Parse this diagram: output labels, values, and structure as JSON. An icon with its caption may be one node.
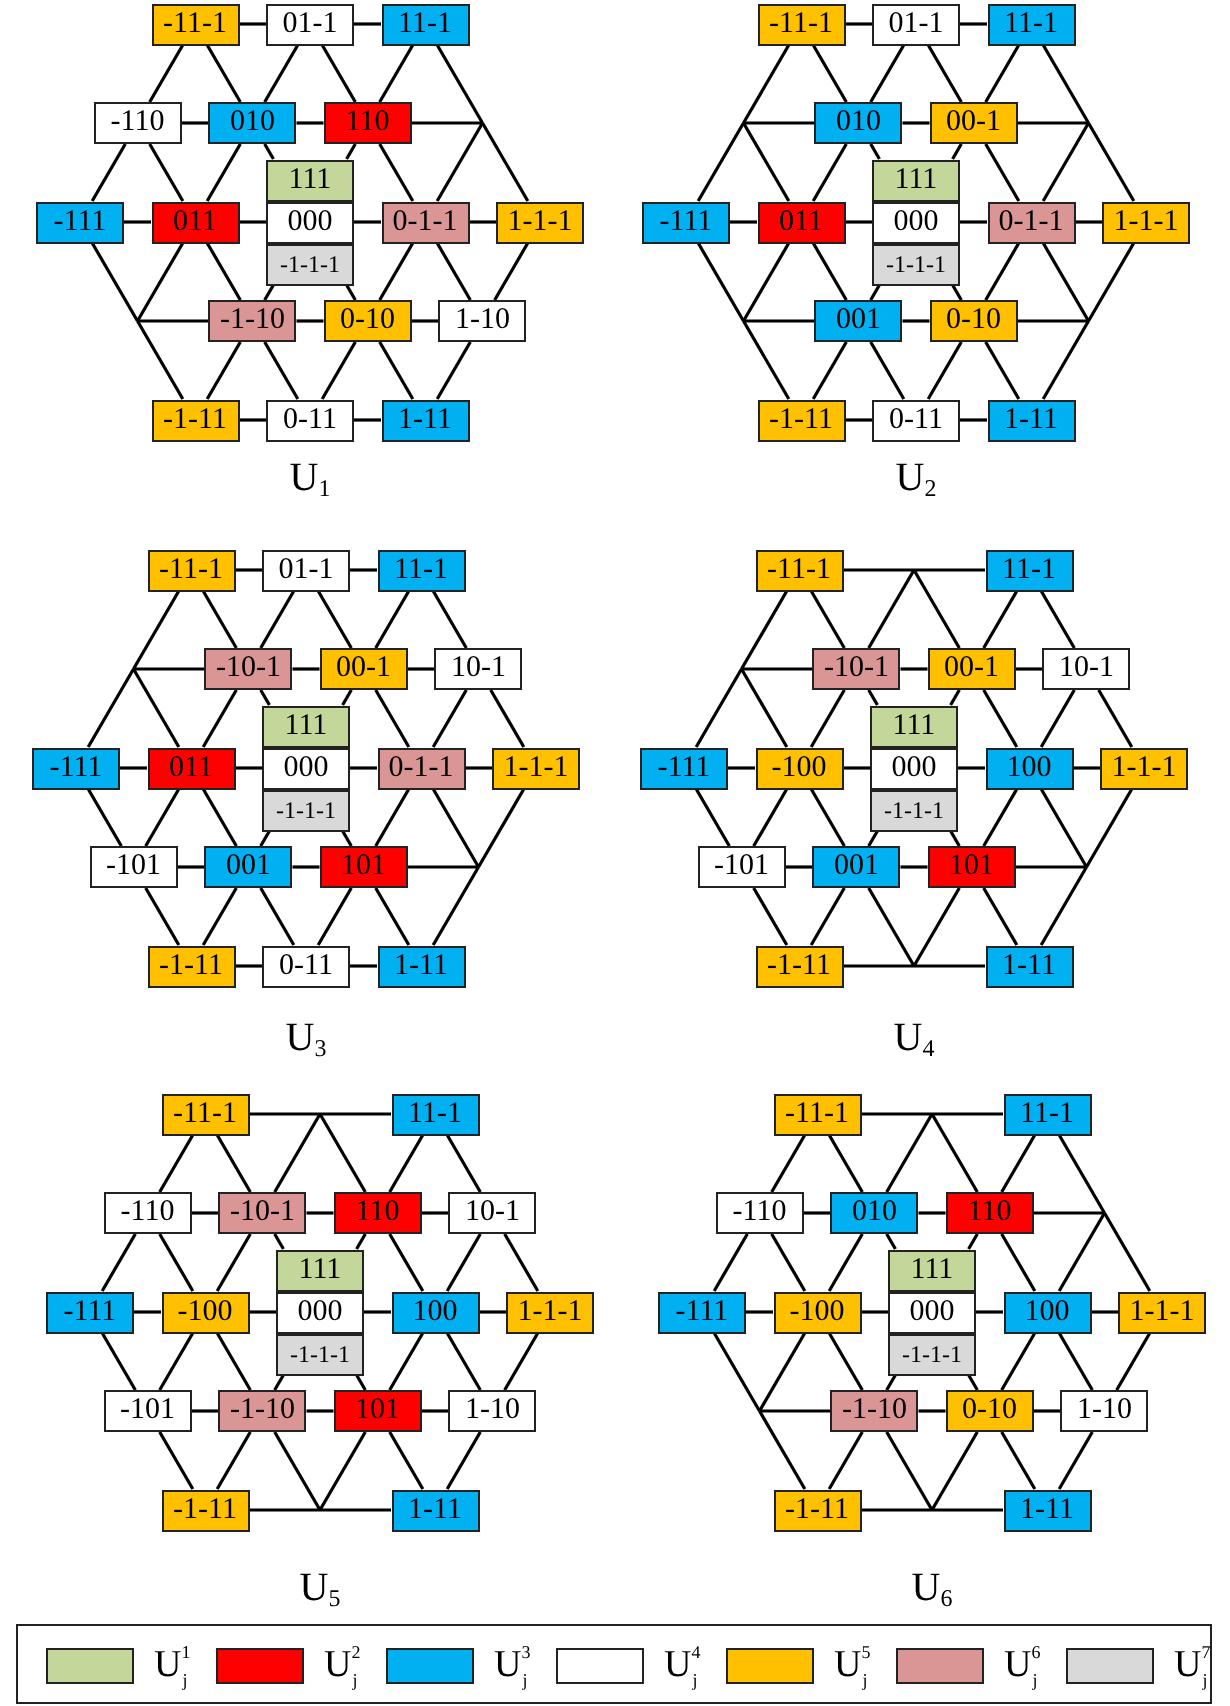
{
  "diagram": {
    "nodes": [
      {
        "text": [
          "-11-1"
        ]
      },
      {
        "text": [
          "01-1"
        ]
      },
      {
        "text": [
          "11-1"
        ]
      },
      {
        "text": [
          "-110"
        ]
      },
      {
        "text": [
          "010"
        ]
      },
      {
        "text": [
          "110"
        ]
      },
      {
        "text": [
          "-111"
        ]
      },
      {
        "text": [
          "011"
        ]
      },
      {
        "text": [
          "111"
        ]
      },
      {
        "text": [
          "000"
        ]
      },
      {
        "text": [
          "-1-1-1"
        ]
      },
      {
        "text": [
          "0-1-1"
        ]
      },
      {
        "text": [
          "1-1-1"
        ]
      },
      {
        "text": [
          "-1-10"
        ]
      },
      {
        "text": [
          "0-10"
        ]
      },
      {
        "text": [
          "1-10"
        ]
      },
      {
        "text": [
          "-1-11"
        ]
      },
      {
        "text": [
          "0-11"
        ]
      },
      {
        "text": [
          "1-11"
        ]
      },
      {
        "text": [
          "-11-1"
        ]
      },
      {
        "text": [
          "01-1"
        ]
      },
      {
        "text": [
          "11-1"
        ]
      },
      {
        "text": [
          "010"
        ]
      },
      {
        "text": [
          "00-1"
        ]
      },
      {
        "text": [
          "-111"
        ]
      },
      {
        "text": [
          "011"
        ]
      },
      {
        "text": [
          "111"
        ]
      },
      {
        "text": [
          "000"
        ]
      },
      {
        "text": [
          "-1-1-1"
        ]
      },
      {
        "text": [
          "0-1-1"
        ]
      },
      {
        "text": [
          "1-1-1"
        ]
      },
      {
        "text": [
          "001"
        ]
      },
      {
        "text": [
          "0-10"
        ]
      },
      {
        "text": [
          "-1-11"
        ]
      },
      {
        "text": [
          "0-11"
        ]
      },
      {
        "text": [
          "1-11"
        ]
      },
      {
        "text": [
          "-11-1"
        ]
      },
      {
        "text": [
          "01-1"
        ]
      },
      {
        "text": [
          "11-1"
        ]
      },
      {
        "text": [
          "-10-1"
        ]
      },
      {
        "text": [
          "00-1"
        ]
      },
      {
        "text": [
          "10-1"
        ]
      },
      {
        "text": [
          "-111"
        ]
      },
      {
        "text": [
          "011"
        ]
      },
      {
        "text": [
          "111"
        ]
      },
      {
        "text": [
          "000"
        ]
      },
      {
        "text": [
          "-1-1-1"
        ]
      },
      {
        "text": [
          "0-1-1"
        ]
      },
      {
        "text": [
          "1-1-1"
        ]
      },
      {
        "text": [
          "-101"
        ]
      },
      {
        "text": [
          "001"
        ]
      },
      {
        "text": [
          "101"
        ]
      },
      {
        "text": [
          "-1-11"
        ]
      },
      {
        "text": [
          "0-11"
        ]
      },
      {
        "text": [
          "1-11"
        ]
      },
      {
        "text": [
          "-11-1"
        ]
      },
      {
        "text": [
          "11-1"
        ]
      },
      {
        "text": [
          "-10-1"
        ]
      },
      {
        "text": [
          "00-1"
        ]
      },
      {
        "text": [
          "10-1"
        ]
      },
      {
        "text": [
          "-111"
        ]
      },
      {
        "text": [
          "-100"
        ]
      },
      {
        "text": [
          "111"
        ]
      },
      {
        "text": [
          "000"
        ]
      },
      {
        "text": [
          "-1-1-1"
        ]
      },
      {
        "text": [
          "100"
        ]
      },
      {
        "text": [
          "1-1-1"
        ]
      },
      {
        "text": [
          "-101"
        ]
      },
      {
        "text": [
          "001"
        ]
      },
      {
        "text": [
          "101"
        ]
      },
      {
        "text": [
          "-1-11"
        ]
      },
      {
        "text": [
          "1-11"
        ]
      },
      {
        "text": [
          "-11-1"
        ]
      },
      {
        "text": [
          "11-1"
        ]
      },
      {
        "text": [
          "-110"
        ]
      },
      {
        "text": [
          "-10-1"
        ]
      },
      {
        "text": [
          "110"
        ]
      },
      {
        "text": [
          "10-1"
        ]
      },
      {
        "text": [
          "-111"
        ]
      },
      {
        "text": [
          "-100"
        ]
      },
      {
        "text": [
          "111"
        ]
      },
      {
        "text": [
          "000"
        ]
      },
      {
        "text": [
          "-1-1-1"
        ]
      },
      {
        "text": [
          "100"
        ]
      },
      {
        "text": [
          "1-1-1"
        ]
      },
      {
        "text": [
          "-101"
        ]
      },
      {
        "text": [
          "-1-10"
        ]
      },
      {
        "text": [
          "101"
        ]
      },
      {
        "text": [
          "1-10"
        ]
      },
      {
        "text": [
          "-1-11"
        ]
      },
      {
        "text": [
          "1-11"
        ]
      },
      {
        "text": [
          "-11-1"
        ]
      },
      {
        "text": [
          "11-1"
        ]
      },
      {
        "text": [
          "-110"
        ]
      },
      {
        "text": [
          "010"
        ]
      },
      {
        "text": [
          "110"
        ]
      },
      {
        "text": [
          "-111"
        ]
      },
      {
        "text": [
          "-100"
        ]
      },
      {
        "text": [
          "111"
        ]
      },
      {
        "text": [
          "000"
        ]
      },
      {
        "text": [
          "-1-1-1"
        ]
      },
      {
        "text": [
          "100"
        ]
      },
      {
        "text": [
          "1-1-1"
        ]
      },
      {
        "text": [
          "-1-10"
        ]
      },
      {
        "text": [
          "0-10"
        ]
      },
      {
        "text": [
          "1-10"
        ]
      },
      {
        "text": [
          "-1-11"
        ]
      },
      {
        "text": [
          "1-11"
        ]
      }
    ],
    "edges": [
      {
        "from": 0,
        "to": 1,
        "arrow": "none"
      },
      {
        "from": 1,
        "to": 2,
        "arrow": "none"
      },
      {
        "from": 3,
        "to": 4,
        "arrow": "none"
      },
      {
        "from": 4,
        "to": 5,
        "arrow": "none"
      },
      {
        "from": 5,
        "to": null,
        "arrow": "none"
      },
      {
        "from": 6,
        "to": 7,
        "arrow": "none"
      },
      {
        "from": 7,
        "to": 9,
        "arrow": "none"
      },
      {
        "from": 9,
        "to": 11,
        "arrow": "none"
      },
      {
        "from": 11,
        "to": 12,
        "arrow": "none"
      },
      {
        "from": null,
        "to": 13,
        "arrow": "none"
      },
      {
        "from": 13,
        "to": 14,
        "arrow": "none"
      },
      {
        "from": 14,
        "to": 15,
        "arrow": "none"
      },
      {
        "from": 16,
        "to": 17,
        "arrow": "none"
      },
      {
        "from": 17,
        "to": 18,
        "arrow": "none"
      },
      {
        "from": 0,
        "to": 3,
        "arrow": "none"
      },
      {
        "from": 0,
        "to": 4,
        "arrow": "none"
      },
      {
        "from": 1,
        "to": 4,
        "arrow": "none"
      },
      {
        "from": 1,
        "to": 5,
        "arrow": "none"
      },
      {
        "from": 2,
        "to": 5,
        "arrow": "none"
      },
      {
        "from": 2,
        "to": null,
        "arrow": "none"
      },
      {
        "from": 3,
        "to": 6,
        "arrow": "none"
      },
      {
        "from": 3,
        "to": 7,
        "arrow": "none"
      },
      {
        "from": 4,
        "to": 7,
        "arrow": "none"
      },
      {
        "from": 4,
        "to": 8,
        "arrow": "none"
      },
      {
        "from": 5,
        "to": 8,
        "arrow": "none"
      },
      {
        "from": 5,
        "to": 11,
        "arrow": "none"
      },
      {
        "from": null,
        "to": 11,
        "arrow": "none"
      },
      {
        "from": null,
        "to": 12,
        "arrow": "none"
      },
      {
        "from": 6,
        "to": null,
        "arrow": "none"
      },
      {
        "from": 7,
        "to": null,
        "arrow": "none"
      },
      {
        "from": 7,
        "to": 13,
        "arrow": "none"
      },
      {
        "from": 10,
        "to": 13,
        "arrow": "none"
      },
      {
        "from": 10,
        "to": 14,
        "arrow": "none"
      },
      {
        "from": 11,
        "to": 14,
        "arrow": "none"
      },
      {
        "from": 11,
        "to": 15,
        "arrow": "none"
      },
      {
        "from": 12,
        "to": 15,
        "arrow": "none"
      },
      {
        "from": null,
        "to": 16,
        "arrow": "none"
      },
      {
        "from": 13,
        "to": 16,
        "arrow": "none"
      },
      {
        "from": 13,
        "to": 17,
        "arrow": "none"
      },
      {
        "from": 14,
        "to": 17,
        "arrow": "none"
      },
      {
        "from": 14,
        "to": 18,
        "arrow": "none"
      },
      {
        "from": 15,
        "to": 18,
        "arrow": "none"
      },
      {
        "from": 19,
        "to": 20,
        "arrow": "none"
      },
      {
        "from": 20,
        "to": 21,
        "arrow": "none"
      },
      {
        "from": null,
        "to": 22,
        "arrow": "none"
      },
      {
        "from": 22,
        "to": 23,
        "arrow": "none"
      },
      {
        "from": 23,
        "to": null,
        "arrow": "none"
      },
      {
        "from": 24,
        "to": 25,
        "arrow": "none"
      },
      {
        "from": 25,
        "to": 27,
        "arrow": "none"
      },
      {
        "from": 27,
        "to": 29,
        "arrow": "none"
      },
      {
        "from": 29,
        "to": 30,
        "arrow": "none"
      },
      {
        "from": null,
        "to": 31,
        "arrow": "none"
      },
      {
        "from": 31,
        "to": 32,
        "arrow": "none"
      },
      {
        "from": 32,
        "to": null,
        "arrow": "none"
      },
      {
        "from": 33,
        "to": 34,
        "arrow": "none"
      },
      {
        "from": 34,
        "to": 35,
        "arrow": "none"
      },
      {
        "from": 19,
        "to": null,
        "arrow": "none"
      },
      {
        "from": 19,
        "to": 22,
        "arrow": "none"
      },
      {
        "from": 20,
        "to": 22,
        "arrow": "none"
      },
      {
        "from": 20,
        "to": 23,
        "arrow": "none"
      },
      {
        "from": 21,
        "to": 23,
        "arrow": "none"
      },
      {
        "from": 21,
        "to": null,
        "arrow": "none"
      },
      {
        "from": null,
        "to": 24,
        "arrow": "none"
      },
      {
        "from": null,
        "to": 25,
        "arrow": "none"
      },
      {
        "from": 22,
        "to": 25,
        "arrow": "none"
      },
      {
        "from": 22,
        "to": 26,
        "arrow": "none"
      },
      {
        "from": 23,
        "to": 26,
        "arrow": "none"
      },
      {
        "from": 23,
        "to": 29,
        "arrow": "none"
      },
      {
        "from": null,
        "to": 29,
        "arrow": "none"
      },
      {
        "from": null,
        "to": 30,
        "arrow": "none"
      },
      {
        "from": 24,
        "to": null,
        "arrow": "none"
      },
      {
        "from": 25,
        "to": null,
        "arrow": "none"
      },
      {
        "from": 25,
        "to": 31,
        "arrow": "none"
      },
      {
        "from": 28,
        "to": 31,
        "arrow": "none"
      },
      {
        "from": 28,
        "to": 32,
        "arrow": "none"
      },
      {
        "from": 29,
        "to": 32,
        "arrow": "none"
      },
      {
        "from": 29,
        "to": null,
        "arrow": "none"
      },
      {
        "from": 30,
        "to": null,
        "arrow": "none"
      },
      {
        "from": null,
        "to": 33,
        "arrow": "none"
      },
      {
        "from": 31,
        "to": 33,
        "arrow": "none"
      },
      {
        "from": 31,
        "to": 34,
        "arrow": "none"
      },
      {
        "from": 32,
        "to": 34,
        "arrow": "none"
      },
      {
        "from": 32,
        "to": 35,
        "arrow": "none"
      },
      {
        "from": null,
        "to": 35,
        "arrow": "none"
      },
      {
        "from": 36,
        "to": 37,
        "arrow": "none"
      },
      {
        "from": 37,
        "to": 38,
        "arrow": "none"
      },
      {
        "from": null,
        "to": 39,
        "arrow": "none"
      },
      {
        "from": 39,
        "to": 40,
        "arrow": "none"
      },
      {
        "from": 40,
        "to": 41,
        "arrow": "none"
      },
      {
        "from": 42,
        "to": 43,
        "arrow": "none"
      },
      {
        "from": 43,
        "to": 45,
        "arrow": "none"
      },
      {
        "from": 45,
        "to": 47,
        "arrow": "none"
      },
      {
        "from": 47,
        "to": 48,
        "arrow": "none"
      },
      {
        "from": 49,
        "to": 50,
        "arrow": "none"
      },
      {
        "from": 50,
        "to": 51,
        "arrow": "none"
      },
      {
        "from": 51,
        "to": null,
        "arrow": "none"
      },
      {
        "from": 52,
        "to": 53,
        "arrow": "none"
      },
      {
        "from": 53,
        "to": 54,
        "arrow": "none"
      },
      {
        "from": 36,
        "to": null,
        "arrow": "none"
      },
      {
        "from": 36,
        "to": 39,
        "arrow": "none"
      },
      {
        "from": 37,
        "to": 39,
        "arrow": "none"
      },
      {
        "from": 37,
        "to": 40,
        "arrow": "none"
      },
      {
        "from": 38,
        "to": 40,
        "arrow": "none"
      },
      {
        "from": 38,
        "to": 41,
        "arrow": "none"
      },
      {
        "from": null,
        "to": 42,
        "arrow": "none"
      },
      {
        "from": null,
        "to": 43,
        "arrow": "none"
      },
      {
        "from": 39,
        "to": 43,
        "arrow": "none"
      },
      {
        "from": 39,
        "to": 44,
        "arrow": "none"
      },
      {
        "from": 40,
        "to": 44,
        "arrow": "none"
      },
      {
        "from": 40,
        "to": 47,
        "arrow": "none"
      },
      {
        "from": 41,
        "to": 47,
        "arrow": "none"
      },
      {
        "from": 41,
        "to": 48,
        "arrow": "none"
      },
      {
        "from": 42,
        "to": 49,
        "arrow": "none"
      },
      {
        "from": 43,
        "to": 49,
        "arrow": "none"
      },
      {
        "from": 43,
        "to": 50,
        "arrow": "none"
      },
      {
        "from": 46,
        "to": 50,
        "arrow": "none"
      },
      {
        "from": 46,
        "to": 51,
        "arrow": "none"
      },
      {
        "from": 47,
        "to": 51,
        "arrow": "none"
      },
      {
        "from": 47,
        "to": null,
        "arrow": "none"
      },
      {
        "from": 48,
        "to": null,
        "arrow": "none"
      },
      {
        "from": 49,
        "to": 52,
        "arrow": "none"
      },
      {
        "from": 50,
        "to": 52,
        "arrow": "none"
      },
      {
        "from": 50,
        "to": 53,
        "arrow": "none"
      },
      {
        "from": 51,
        "to": 53,
        "arrow": "none"
      },
      {
        "from": 51,
        "to": 54,
        "arrow": "none"
      },
      {
        "from": null,
        "to": 54,
        "arrow": "none"
      },
      {
        "from": 55,
        "to": null,
        "arrow": "none"
      },
      {
        "from": null,
        "to": 56,
        "arrow": "none"
      },
      {
        "from": null,
        "to": 57,
        "arrow": "none"
      },
      {
        "from": 57,
        "to": 58,
        "arrow": "none"
      },
      {
        "from": 58,
        "to": 59,
        "arrow": "none"
      },
      {
        "from": 60,
        "to": 61,
        "arrow": "none"
      },
      {
        "from": 61,
        "to": 63,
        "arrow": "none"
      },
      {
        "from": 63,
        "to": 65,
        "arrow": "none"
      },
      {
        "from": 65,
        "to": 66,
        "arrow": "none"
      },
      {
        "from": 67,
        "to": 68,
        "arrow": "none"
      },
      {
        "from": 68,
        "to": 69,
        "arrow": "none"
      },
      {
        "from": 69,
        "to": null,
        "arrow": "none"
      },
      {
        "from": 70,
        "to": null,
        "arrow": "none"
      },
      {
        "from": null,
        "to": 71,
        "arrow": "none"
      },
      {
        "from": 55,
        "to": null,
        "arrow": "none"
      },
      {
        "from": 55,
        "to": 57,
        "arrow": "none"
      },
      {
        "from": null,
        "to": 57,
        "arrow": "none"
      },
      {
        "from": null,
        "to": 58,
        "arrow": "none"
      },
      {
        "from": 56,
        "to": 58,
        "arrow": "none"
      },
      {
        "from": 56,
        "to": 59,
        "arrow": "none"
      },
      {
        "from": null,
        "to": 60,
        "arrow": "none"
      },
      {
        "from": null,
        "to": 61,
        "arrow": "none"
      },
      {
        "from": 57,
        "to": 61,
        "arrow": "none"
      },
      {
        "from": 57,
        "to": 62,
        "arrow": "none"
      },
      {
        "from": 58,
        "to": 62,
        "arrow": "none"
      },
      {
        "from": 58,
        "to": 65,
        "arrow": "none"
      },
      {
        "from": 59,
        "to": 65,
        "arrow": "none"
      },
      {
        "from": 59,
        "to": 66,
        "arrow": "none"
      },
      {
        "from": 60,
        "to": 67,
        "arrow": "none"
      },
      {
        "from": 61,
        "to": 67,
        "arrow": "none"
      },
      {
        "from": 61,
        "to": 68,
        "arrow": "none"
      },
      {
        "from": 64,
        "to": 68,
        "arrow": "none"
      },
      {
        "from": 64,
        "to": 69,
        "arrow": "none"
      },
      {
        "from": 65,
        "to": 69,
        "arrow": "none"
      },
      {
        "from": 65,
        "to": null,
        "arrow": "none"
      },
      {
        "from": 66,
        "to": null,
        "arrow": "none"
      },
      {
        "from": 67,
        "to": 70,
        "arrow": "none"
      },
      {
        "from": 68,
        "to": 70,
        "arrow": "none"
      },
      {
        "from": 68,
        "to": null,
        "arrow": "none"
      },
      {
        "from": 69,
        "to": null,
        "arrow": "none"
      },
      {
        "from": 69,
        "to": 71,
        "arrow": "none"
      },
      {
        "from": null,
        "to": 71,
        "arrow": "none"
      },
      {
        "from": 72,
        "to": null,
        "arrow": "none"
      },
      {
        "from": null,
        "to": 73,
        "arrow": "none"
      },
      {
        "from": 74,
        "to": 75,
        "arrow": "none"
      },
      {
        "from": 75,
        "to": 76,
        "arrow": "none"
      },
      {
        "from": 76,
        "to": 77,
        "arrow": "none"
      },
      {
        "from": 78,
        "to": 79,
        "arrow": "none"
      },
      {
        "from": 79,
        "to": 81,
        "arrow": "none"
      },
      {
        "from": 81,
        "to": 83,
        "arrow": "none"
      },
      {
        "from": 83,
        "to": 84,
        "arrow": "none"
      },
      {
        "from": 85,
        "to": 86,
        "arrow": "none"
      },
      {
        "from": 86,
        "to": 87,
        "arrow": "none"
      },
      {
        "from": 87,
        "to": 88,
        "arrow": "none"
      },
      {
        "from": 89,
        "to": null,
        "arrow": "none"
      },
      {
        "from": null,
        "to": 90,
        "arrow": "none"
      },
      {
        "from": 72,
        "to": 74,
        "arrow": "none"
      },
      {
        "from": 72,
        "to": 75,
        "arrow": "none"
      },
      {
        "from": null,
        "to": 75,
        "arrow": "none"
      },
      {
        "from": null,
        "to": 76,
        "arrow": "none"
      },
      {
        "from": 73,
        "to": 76,
        "arrow": "none"
      },
      {
        "from": 73,
        "to": 77,
        "arrow": "none"
      },
      {
        "from": 74,
        "to": 78,
        "arrow": "none"
      },
      {
        "from": 74,
        "to": 79,
        "arrow": "none"
      },
      {
        "from": 75,
        "to": 79,
        "arrow": "none"
      },
      {
        "from": 75,
        "to": 80,
        "arrow": "none"
      },
      {
        "from": 76,
        "to": 80,
        "arrow": "none"
      },
      {
        "from": 76,
        "to": 83,
        "arrow": "none"
      },
      {
        "from": 77,
        "to": 83,
        "arrow": "none"
      },
      {
        "from": 77,
        "to": 84,
        "arrow": "none"
      },
      {
        "from": 78,
        "to": 85,
        "arrow": "none"
      },
      {
        "from": 79,
        "to": 85,
        "arrow": "none"
      },
      {
        "from": 79,
        "to": 86,
        "arrow": "none"
      },
      {
        "from": 82,
        "to": 86,
        "arrow": "none"
      },
      {
        "from": 82,
        "to": 87,
        "arrow": "none"
      },
      {
        "from": 83,
        "to": 87,
        "arrow": "none"
      },
      {
        "from": 83,
        "to": 88,
        "arrow": "none"
      },
      {
        "from": 84,
        "to": 88,
        "arrow": "none"
      },
      {
        "from": 85,
        "to": 89,
        "arrow": "none"
      },
      {
        "from": 86,
        "to": 89,
        "arrow": "none"
      },
      {
        "from": 86,
        "to": null,
        "arrow": "none"
      },
      {
        "from": 87,
        "to": null,
        "arrow": "none"
      },
      {
        "from": 87,
        "to": 90,
        "arrow": "none"
      },
      {
        "from": 88,
        "to": 90,
        "arrow": "none"
      },
      {
        "from": 91,
        "to": null,
        "arrow": "none"
      },
      {
        "from": null,
        "to": 92,
        "arrow": "none"
      },
      {
        "from": 93,
        "to": 94,
        "arrow": "none"
      },
      {
        "from": 94,
        "to": 95,
        "arrow": "none"
      },
      {
        "from": 95,
        "to": null,
        "arrow": "none"
      },
      {
        "from": 96,
        "to": 97,
        "arrow": "none"
      },
      {
        "from": 97,
        "to": 99,
        "arrow": "none"
      },
      {
        "from": 99,
        "to": 101,
        "arrow": "none"
      },
      {
        "from": 101,
        "to": 102,
        "arrow": "none"
      },
      {
        "from": null,
        "to": 103,
        "arrow": "none"
      },
      {
        "from": 103,
        "to": 104,
        "arrow": "none"
      },
      {
        "from": 104,
        "to": 105,
        "arrow": "none"
      },
      {
        "from": 106,
        "to": null,
        "arrow": "none"
      },
      {
        "from": null,
        "to": 107,
        "arrow": "none"
      },
      {
        "from": 91,
        "to": 93,
        "arrow": "none"
      },
      {
        "from": 91,
        "to": 94,
        "arrow": "none"
      },
      {
        "from": null,
        "to": 94,
        "arrow": "none"
      },
      {
        "from": null,
        "to": 95,
        "arrow": "none"
      },
      {
        "from": 92,
        "to": 95,
        "arrow": "none"
      },
      {
        "from": 92,
        "to": null,
        "arrow": "none"
      },
      {
        "from": 93,
        "to": 96,
        "arrow": "none"
      },
      {
        "from": 93,
        "to": 97,
        "arrow": "none"
      },
      {
        "from": 94,
        "to": 97,
        "arrow": "none"
      },
      {
        "from": 94,
        "to": 98,
        "arrow": "none"
      },
      {
        "from": 95,
        "to": 98,
        "arrow": "none"
      },
      {
        "from": 95,
        "to": 101,
        "arrow": "none"
      },
      {
        "from": null,
        "to": 101,
        "arrow": "none"
      },
      {
        "from": null,
        "to": 102,
        "arrow": "none"
      },
      {
        "from": 96,
        "to": null,
        "arrow": "none"
      },
      {
        "from": 97,
        "to": null,
        "arrow": "none"
      },
      {
        "from": 97,
        "to": 103,
        "arrow": "none"
      },
      {
        "from": 100,
        "to": 103,
        "arrow": "none"
      },
      {
        "from": 100,
        "to": 104,
        "arrow": "none"
      },
      {
        "from": 101,
        "to": 104,
        "arrow": "none"
      },
      {
        "from": 101,
        "to": 105,
        "arrow": "none"
      },
      {
        "from": 102,
        "to": 105,
        "arrow": "none"
      },
      {
        "from": null,
        "to": 106,
        "arrow": "none"
      },
      {
        "from": 103,
        "to": 106,
        "arrow": "none"
      },
      {
        "from": 103,
        "to": null,
        "arrow": "none"
      },
      {
        "from": 104,
        "to": null,
        "arrow": "none"
      },
      {
        "from": 104,
        "to": 107,
        "arrow": "none"
      },
      {
        "from": 105,
        "to": 107,
        "arrow": "none"
      }
    ],
    "labels": [
      "U$_{1}$",
      "U$_{2}$",
      "U$_{3}$",
      "U$_{4}$",
      "U$_{5}$",
      "U$_{6}$"
    ],
    "legend": [
      {
        "text": "U$^{1}$$_{j}$",
        "color": "#c4d79b"
      },
      {
        "text": "U$^{2}$$_{j}$",
        "color": "#ff0000"
      },
      {
        "text": "U$^{3}$$_{j}$",
        "color": "#00b0f0"
      },
      {
        "text": "U$^{4}$$_{j}$",
        "color": "#ffffff"
      },
      {
        "text": "U$^{5}$$_{j}$",
        "color": "#ffc000"
      },
      {
        "text": "U$^{6}$$_{j}$",
        "color": "#da9694"
      },
      {
        "text": "U$^{7}$$_{j}$",
        "color": "#d9d9d9"
      }
    ]
  }
}
